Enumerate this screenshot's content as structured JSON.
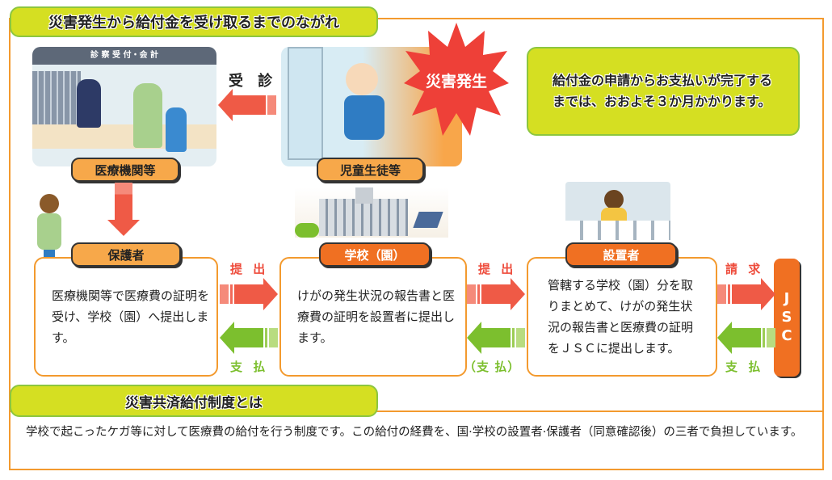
{
  "title": "災害発生から給付金を受け取るまでのながれ",
  "clinic": {
    "sign": "診 察 受 付・会 計",
    "label": "医療機関等"
  },
  "visit_arrow": "受 診",
  "student": {
    "label": "児童生徒等"
  },
  "burst": "災害発生",
  "info_box": "給付金の申請からお支払いが完了するまでは、おおよそ３か月かかります。",
  "steps": [
    {
      "label": "保護者",
      "text": "医療機関等で医療費の証明を受け、学校（園）へ提出します。"
    },
    {
      "label": "学校（園）",
      "text": "けがの発生状況の報告書と医療費の証明を設置者に提出します。"
    },
    {
      "label": "設置者",
      "text": "管轄する学校（園）分を取りまとめて、けがの発生状況の報告書と医療費の証明をＪＳＣに提出します。"
    }
  ],
  "jsc": "JSC",
  "arrows": [
    {
      "forward": "提 出",
      "back": "支 払"
    },
    {
      "forward": "提 出",
      "back": "（支 払）"
    },
    {
      "forward": "請 求",
      "back": "支 払"
    }
  ],
  "system": {
    "heading": "災害共済給付制度とは",
    "text": "学校で起こったケガ等に対して医療費の給付を行う制度です。この給付の経費を、国·学校の設置者·保護者（同意確認後）の三者で負担しています。"
  },
  "colors": {
    "orange": "#f39a2e",
    "lime": "#d5df22",
    "red": "#ee4c3c",
    "green": "#7cbf2e",
    "dark_orange": "#f07022"
  }
}
